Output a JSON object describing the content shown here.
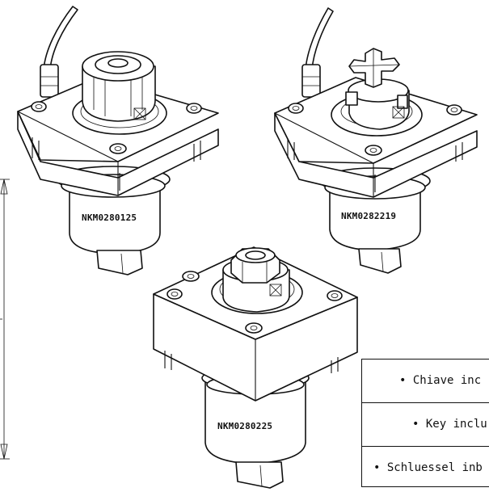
{
  "parts": [
    {
      "code": "NKM0280125"
    },
    {
      "code": "NKM0282219"
    },
    {
      "code": "NKM0280225"
    }
  ],
  "notes": [
    "• Chiave inc",
    "• Key inclu",
    "• Schluessel inb"
  ],
  "colors": {
    "line": "#111111",
    "background": "#ffffff"
  }
}
